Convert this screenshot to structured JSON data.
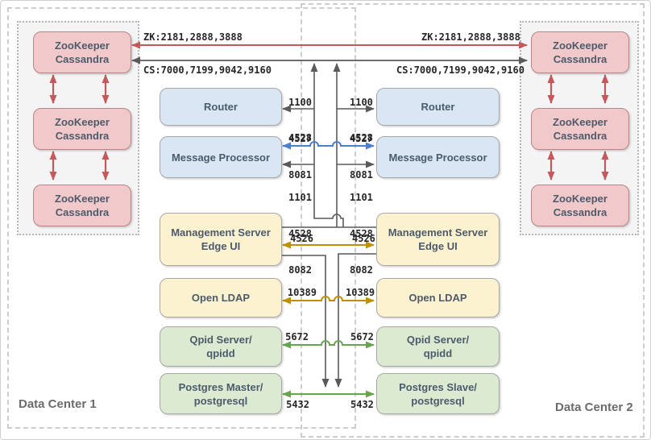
{
  "datacenters": {
    "dc1": {
      "label": "Data Center 1"
    },
    "dc2": {
      "label": "Data Center 2"
    }
  },
  "zk_box": {
    "line1": "ZooKeeper",
    "line2": "Cassandra"
  },
  "services": {
    "router": {
      "label": "Router"
    },
    "message_processor": {
      "label": "Message Processor"
    },
    "management": {
      "line1": "Management Server",
      "line2": "Edge UI"
    },
    "ldap": {
      "label": "Open LDAP"
    },
    "qpid": {
      "line1": "Qpid Server/",
      "line2": "qpidd"
    },
    "pg_master": {
      "line1": "Postgres Master/",
      "line2": "postgresql"
    },
    "pg_slave": {
      "line1": "Postgres Slave/",
      "line2": "postgresql"
    }
  },
  "links": {
    "zk_ports": "ZK:2181,2888,3888",
    "cs_ports": "CS:7000,7199,9042,9160",
    "router_ports": [
      "1100",
      "4527",
      "8081"
    ],
    "mp_port": "4528",
    "mp_ports": [
      "1101",
      "4528",
      "8082"
    ],
    "mgmt_port": "4526",
    "ldap_port": "10389",
    "qpid_port": "5672",
    "pg_port": "5432"
  },
  "colors": {
    "red_link": "#c4595c",
    "gray_link": "#5a5a5a",
    "blue_link": "#4a7fd4",
    "gold_link": "#bf9000",
    "green_link": "#67a44f",
    "zk_fill": "#f2c9ca",
    "blue_fill": "#d9e7f4",
    "yellow_fill": "#fdf2cf",
    "green_fill": "#dcead2"
  }
}
